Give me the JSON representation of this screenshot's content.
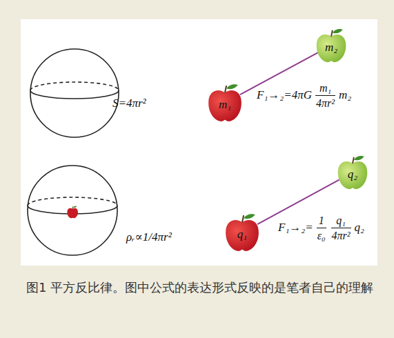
{
  "diagram": {
    "caption": "图1 平方反比律。图中公式的表达形式反映的是笔者自己的理解",
    "nodes": [
      {
        "text": [
          "m₁"
        ]
      },
      {
        "text": [
          "m₂"
        ]
      },
      {
        "text": [
          "q₁"
        ]
      },
      {
        "text": [
          "q₂"
        ]
      }
    ],
    "edges": [
      {
        "from": 0,
        "to": 1,
        "arrow": "none"
      },
      {
        "from": 2,
        "to": 3,
        "arrow": "none"
      }
    ],
    "labels": [
      "S=4πr²",
      "F₁→₂=4πG",
      "m₁",
      "4πr²",
      "m₂",
      "ρᵣ∝1/4πr²",
      "F₁→₂=",
      "1",
      "ε₀",
      "q₁",
      "4πr²",
      "q₂"
    ]
  }
}
